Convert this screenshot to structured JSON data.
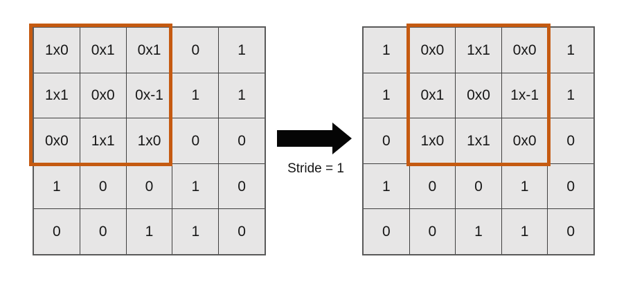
{
  "diagram": {
    "title_semantic": "convolution-stride-demo",
    "stride_label": "Stride = 1",
    "left_grid": {
      "rows": [
        [
          "1x0",
          "0x1",
          "0x1",
          "0",
          "1"
        ],
        [
          "1x1",
          "0x0",
          "0x-1",
          "1",
          "1"
        ],
        [
          "0x0",
          "1x1",
          "1x0",
          "0",
          "0"
        ],
        [
          "1",
          "0",
          "0",
          "1",
          "0"
        ],
        [
          "0",
          "0",
          "1",
          "1",
          "0"
        ]
      ],
      "highlight": {
        "row_start": 1,
        "col_start": 1,
        "row_span": 3,
        "col_span": 3
      }
    },
    "right_grid": {
      "rows": [
        [
          "1",
          "0x0",
          "1x1",
          "0x0",
          "1"
        ],
        [
          "1",
          "0x1",
          "0x0",
          "1x-1",
          "1"
        ],
        [
          "0",
          "1x0",
          "1x1",
          "0x0",
          "0"
        ],
        [
          "1",
          "0",
          "0",
          "1",
          "0"
        ],
        [
          "0",
          "0",
          "1",
          "1",
          "0"
        ]
      ],
      "highlight": {
        "row_start": 1,
        "col_start": 2,
        "row_span": 3,
        "col_span": 3
      }
    },
    "colors": {
      "highlight": "#c55a11",
      "cell_fill": "#e7e6e6",
      "grid_line": "#3f3f3f",
      "grid_outer_border": "#595959",
      "arrow": "#050505",
      "text": "#161616"
    }
  }
}
